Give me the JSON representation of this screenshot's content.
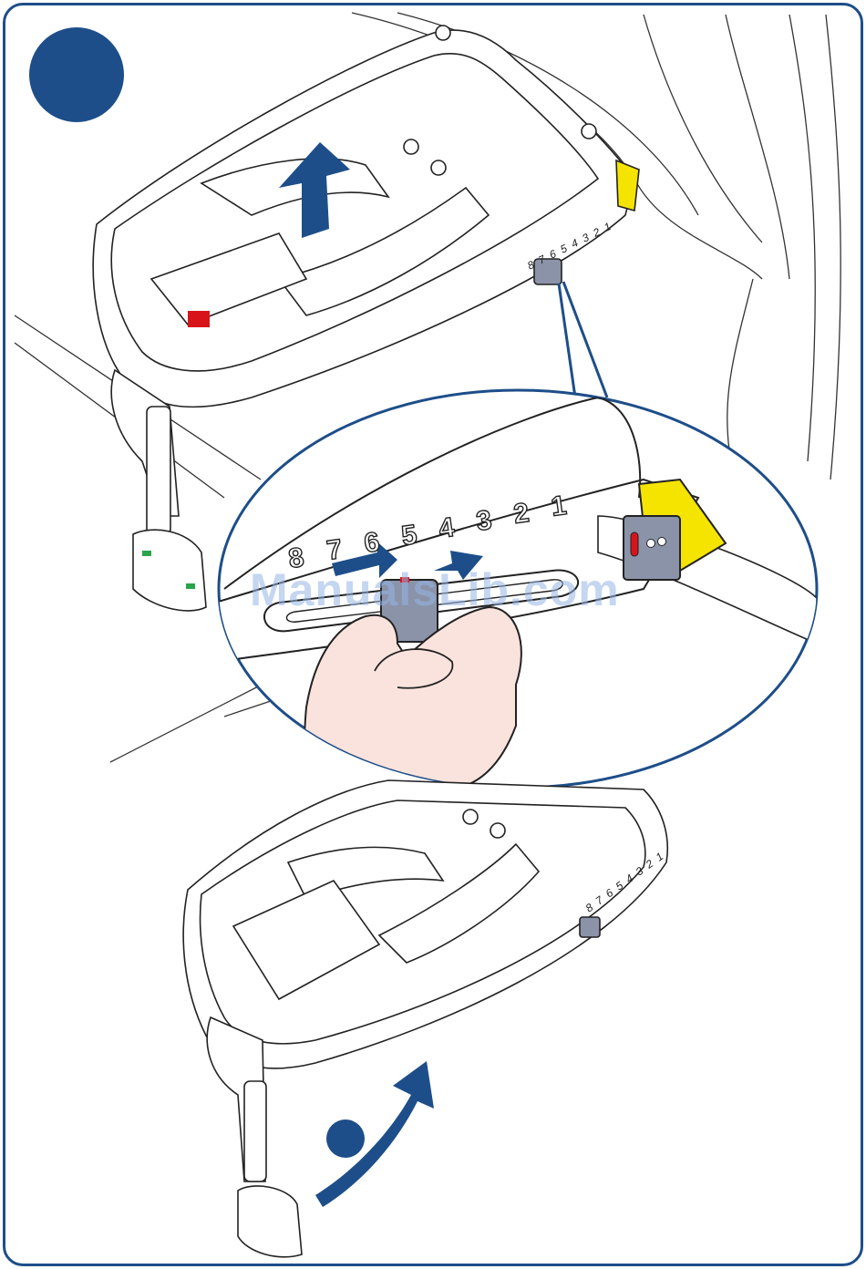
{
  "scale": {
    "numbers_large": [
      "8",
      "7",
      "6",
      "5",
      "4",
      "3",
      "2",
      "1"
    ],
    "numbers_small_top": [
      "8",
      "7",
      "6",
      "5",
      "4",
      "3",
      "2",
      "1"
    ],
    "numbers_small_bottom": [
      "8",
      "7",
      "6",
      "5",
      "4",
      "3",
      "2",
      "1"
    ]
  },
  "watermark": "ManualsLib.com",
  "colors": {
    "frame": "#1d4e89",
    "badge": "#1d4e89",
    "arrow": "#1d4e89",
    "connector": "#f5e400",
    "slider": "#8a93a8",
    "skin": "#fbe3dd",
    "indicator_red": "#d8141b",
    "indicator_green": "#2aa44a"
  }
}
